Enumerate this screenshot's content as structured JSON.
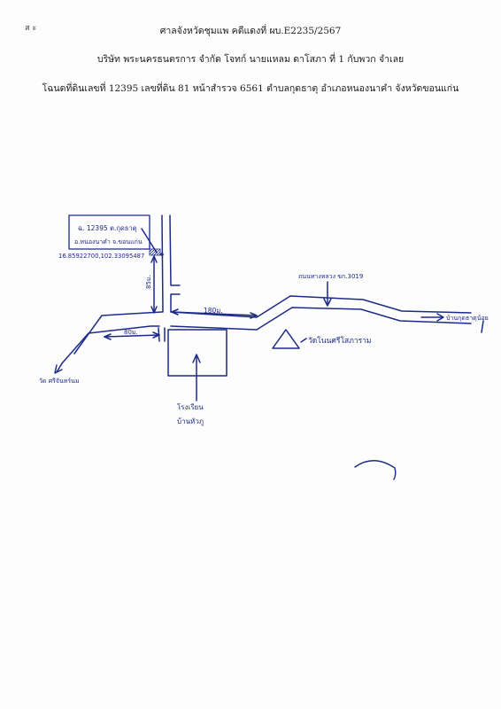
{
  "header": {
    "line1": "ศาลจังหวัดชุมแพ คดีแดงที่ ผบ.E2235/2567",
    "line2": "บริษัท พระนครธนตรการ จำกัด โจทก์ นายแหลม ดาโสภา ที่ 1 กับพวก จำเลย",
    "line3": "โฉนดที่ดินเลขที่ 12395 เลขที่ดิน 81 หน้าสำรวจ 6561  ตำบลกุดธาตุ อำเภอหนองนาคำ จังหวัดขอนแก่น"
  },
  "corner_mark": "ส  ะ",
  "map": {
    "parcel_box": {
      "line1": "ฉ. 12395 ต.กุดธาตุ",
      "line2": "อ.หนองนาคำ  จ.ขอนแก่น"
    },
    "coordinates": "16.85922700,102.33095487",
    "dist_vertical": "85ม.",
    "dist_road_right": "180ม.",
    "dist_road_left": "80ม.",
    "highway_label": "ถนนทางหลวง ขก.3019",
    "to_village_right": "บ้านกุดธาตุน้อย",
    "to_temple_left": "วัด ศรีจันทร์นม",
    "temple_label": "วัดโนนศรีโสภาราม",
    "school_label_line1": "โรงเรียน",
    "school_label_line2": "บ้านหัวภู"
  }
}
